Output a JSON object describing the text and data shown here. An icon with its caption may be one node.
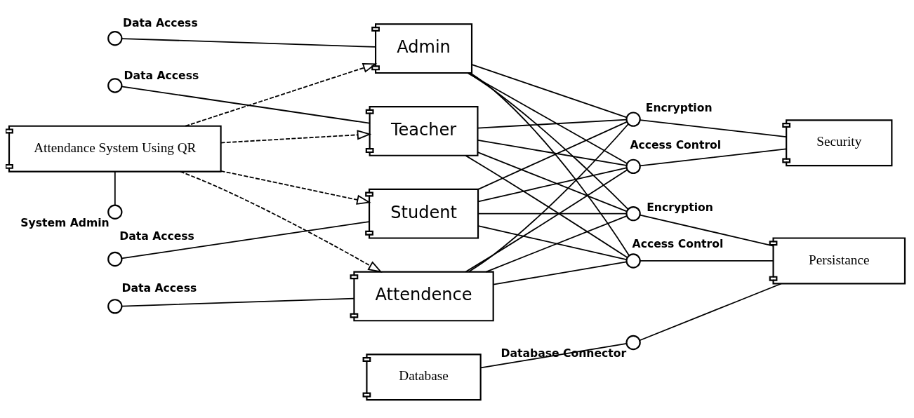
{
  "diagram": {
    "nodes": [
      {
        "text": [
          "Attendance System Using QR"
        ]
      },
      {
        "text": [
          "Admin"
        ]
      },
      {
        "text": [
          "Teacher"
        ]
      },
      {
        "text": [
          "Student"
        ]
      },
      {
        "text": [
          "Attendence"
        ]
      },
      {
        "text": [
          "Security"
        ]
      },
      {
        "text": [
          "Persistance"
        ]
      },
      {
        "text": [
          "Database"
        ]
      },
      {
        "text": [],
        "shape": "circle",
        "beside": [
          "System Admin"
        ]
      },
      {
        "text": [],
        "shape": "circle",
        "beside": [
          "Data Access"
        ]
      },
      {
        "text": [],
        "shape": "circle",
        "beside": [
          "Data Access"
        ]
      },
      {
        "text": [],
        "shape": "circle",
        "beside": [
          "Data Access"
        ]
      },
      {
        "text": [],
        "shape": "circle",
        "beside": [
          "Data Access"
        ]
      },
      {
        "text": [],
        "shape": "circle",
        "beside": [
          "Encryption"
        ]
      },
      {
        "text": [],
        "shape": "circle",
        "beside": [
          "Access Control"
        ]
      },
      {
        "text": [],
        "shape": "circle",
        "beside": [
          "Encryption"
        ]
      },
      {
        "text": [],
        "shape": "circle",
        "beside": [
          "Access Control"
        ]
      },
      {
        "text": [],
        "shape": "circle",
        "beside": [
          "Database Connector"
        ]
      }
    ],
    "edges": [
      {
        "from": 0,
        "to": 1,
        "arrow": "to",
        "style": "dashed"
      },
      {
        "from": 0,
        "to": 2,
        "arrow": "to",
        "style": "dashed"
      },
      {
        "from": 0,
        "to": 3,
        "arrow": "to",
        "style": "dashed"
      },
      {
        "from": 0,
        "to": 4,
        "arrow": "to",
        "style": "dashed"
      },
      {
        "from": 0,
        "to": 8,
        "arrow": "none"
      },
      {
        "from": 9,
        "to": 1,
        "arrow": "none"
      },
      {
        "from": 10,
        "to": 2,
        "arrow": "none"
      },
      {
        "from": 11,
        "to": 3,
        "arrow": "none"
      },
      {
        "from": 12,
        "to": 4,
        "arrow": "none"
      },
      {
        "from": 1,
        "to": 13,
        "arrow": "none"
      },
      {
        "from": 1,
        "to": 14,
        "arrow": "none"
      },
      {
        "from": 1,
        "to": 15,
        "arrow": "none"
      },
      {
        "from": 1,
        "to": 16,
        "arrow": "none"
      },
      {
        "from": 2,
        "to": 13,
        "arrow": "none"
      },
      {
        "from": 2,
        "to": 14,
        "arrow": "none"
      },
      {
        "from": 2,
        "to": 15,
        "arrow": "none"
      },
      {
        "from": 2,
        "to": 16,
        "arrow": "none"
      },
      {
        "from": 3,
        "to": 13,
        "arrow": "none"
      },
      {
        "from": 3,
        "to": 14,
        "arrow": "none"
      },
      {
        "from": 3,
        "to": 15,
        "arrow": "none"
      },
      {
        "from": 3,
        "to": 16,
        "arrow": "none"
      },
      {
        "from": 4,
        "to": 13,
        "arrow": "none"
      },
      {
        "from": 4,
        "to": 14,
        "arrow": "none"
      },
      {
        "from": 4,
        "to": 15,
        "arrow": "none"
      },
      {
        "from": 4,
        "to": 16,
        "arrow": "none"
      },
      {
        "from": 13,
        "to": 5,
        "arrow": "none"
      },
      {
        "from": 14,
        "to": 5,
        "arrow": "none"
      },
      {
        "from": 15,
        "to": 6,
        "arrow": "none"
      },
      {
        "from": 16,
        "to": 6,
        "arrow": "none"
      },
      {
        "from": 7,
        "to": 17,
        "arrow": "none"
      },
      {
        "from": 17,
        "to": 6,
        "arrow": "none"
      }
    ]
  }
}
